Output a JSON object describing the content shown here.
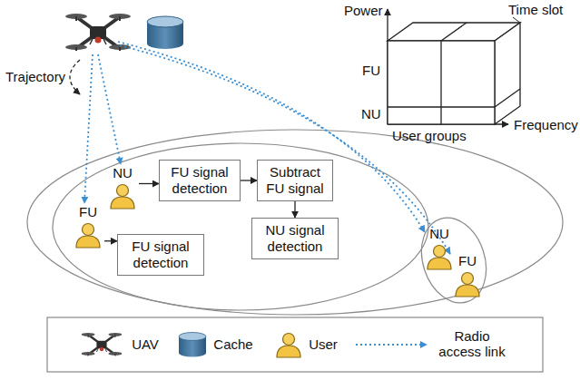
{
  "diagram": {
    "nodes": [
      {
        "text": [
          "NU"
        ]
      },
      {
        "text": [
          "FU signal detection"
        ]
      },
      {
        "text": [
          "Subtract FU signal"
        ]
      },
      {
        "text": [
          "FU"
        ]
      },
      {
        "text": [
          "FU signal detection"
        ]
      },
      {
        "text": [
          "NU signal detection"
        ]
      },
      {
        "text": [
          "NU"
        ]
      },
      {
        "text": [
          "FU"
        ]
      }
    ],
    "edges": [
      {
        "from": 0,
        "to": 1,
        "arrow": "to"
      },
      {
        "from": 1,
        "to": 2,
        "arrow": "to"
      },
      {
        "from": 2,
        "to": 5,
        "arrow": "to"
      },
      {
        "from": 3,
        "to": 4,
        "arrow": "to"
      }
    ],
    "labels": [
      "Trajectory",
      "Power",
      "Time slot",
      "FU",
      "NU",
      "User groups",
      "Frequency"
    ],
    "legend": [
      {
        "text": "UAV"
      },
      {
        "text": "Cache"
      },
      {
        "text": "User"
      },
      {
        "text": "Radio access link"
      }
    ]
  }
}
